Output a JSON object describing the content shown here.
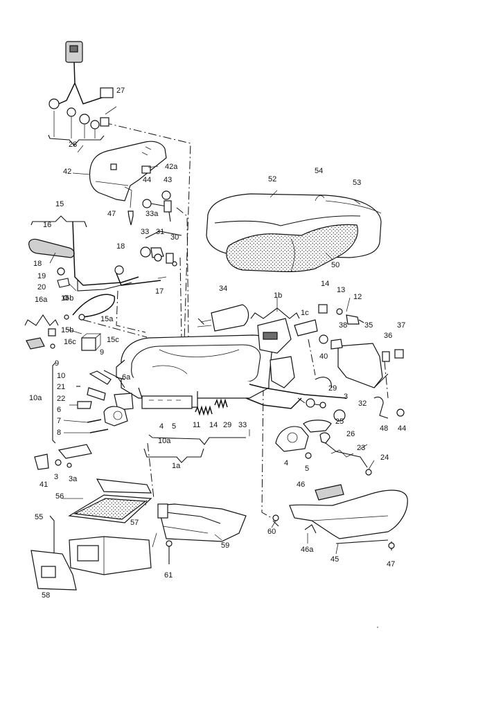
{
  "callouts": {
    "c1a": "1a",
    "c1b": "1b",
    "c1c": "1c",
    "c3": "3",
    "c3a": "3a",
    "c3r": "3",
    "c4a": "4",
    "c4b": "4",
    "c5a": "5",
    "c5b": "5",
    "c6": "6",
    "c6a": "6a",
    "c7": "7",
    "c8": "8",
    "c9a": "9",
    "c9b": "9",
    "c10": "10",
    "c10a": "10a",
    "c10a2": "10a",
    "c11": "11",
    "c12": "12",
    "c13": "13",
    "c14a": "14",
    "c14b": "14",
    "c15": "15",
    "c15a": "15a",
    "c15b": "15b",
    "c15c": "15c",
    "c16": "16",
    "c16a": "16a",
    "c16b": "16b",
    "c16c": "16c",
    "c17": "17",
    "c18a": "18",
    "c18b": "18",
    "c19": "19",
    "c20": "20",
    "c21": "21",
    "c22": "22",
    "c23": "23",
    "c24": "24",
    "c25": "25",
    "c26": "26",
    "c27": "27",
    "c28": "28",
    "c29a": "29",
    "c29b": "29",
    "c30": "30",
    "c31": "31",
    "c32": "32",
    "c33a": "33",
    "c33b": "33",
    "c33c": "33a",
    "c34": "34",
    "c35": "35",
    "c36": "36",
    "c37": "37",
    "c38": "38",
    "c40": "40",
    "c41": "41",
    "c42": "42",
    "c42a": "42a",
    "c43": "43",
    "c44a": "44",
    "c44b": "44",
    "c45": "45",
    "c46": "46",
    "c46a": "46a",
    "c47a": "47",
    "c47b": "47",
    "c48": "48",
    "c50": "50",
    "c52": "52",
    "c53": "53",
    "c54": "54",
    "c55": "55",
    "c56": "56",
    "c57": "57",
    "c58": "58",
    "c59": "59",
    "c60": "60",
    "c61": "61"
  }
}
